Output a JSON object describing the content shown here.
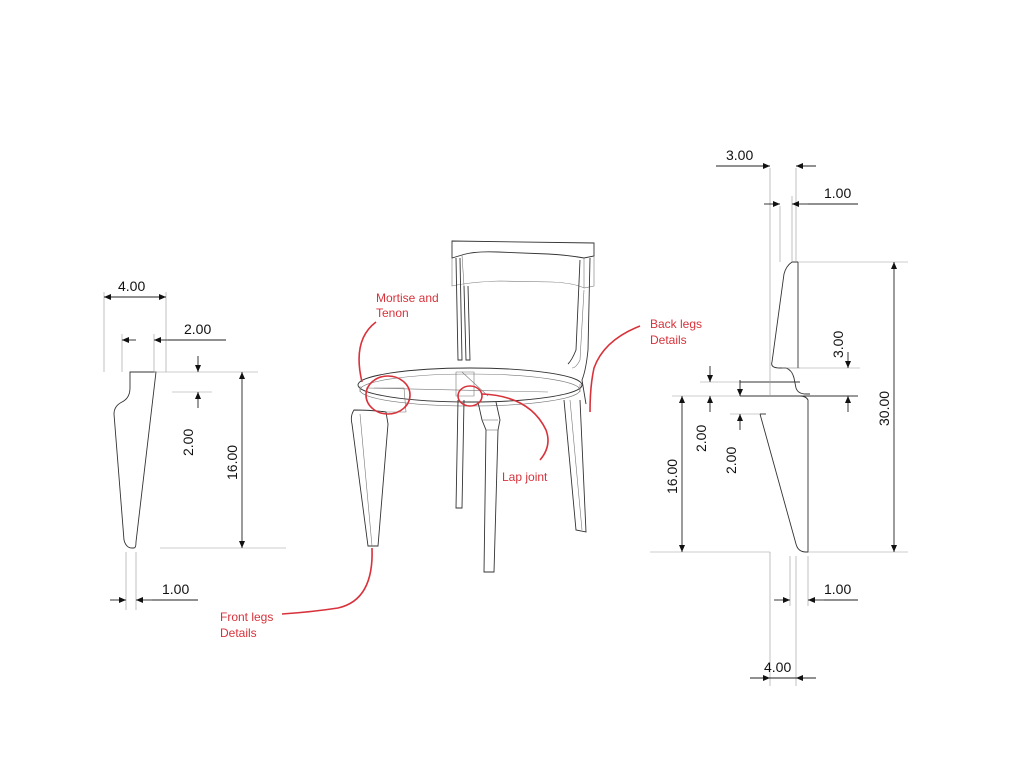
{
  "front_leg": {
    "dim_top_width": "4.00",
    "dim_neck_width": "2.00",
    "dim_shoulder": "2.00",
    "dim_height": "16.00",
    "dim_foot_width": "1.00"
  },
  "back_leg": {
    "dim_top_width": "3.00",
    "dim_top_thickness": "1.00",
    "dim_seat_gap": "3.00",
    "dim_total_height": "30.00",
    "dim_notch_1": "2.00",
    "dim_notch_2": "2.00",
    "dim_lower_height": "16.00",
    "dim_foot_thickness": "1.00",
    "dim_base_width": "4.00"
  },
  "annotations": {
    "mortise_line1": "Mortise and",
    "mortise_line2": "Tenon",
    "back_legs_line1": "Back legs",
    "back_legs_line2": "Details",
    "lap_joint": "Lap joint",
    "front_legs_line1": "Front legs",
    "front_legs_line2": "Details"
  },
  "colors": {
    "annotation": "#d8323b",
    "linework": "#333333"
  }
}
